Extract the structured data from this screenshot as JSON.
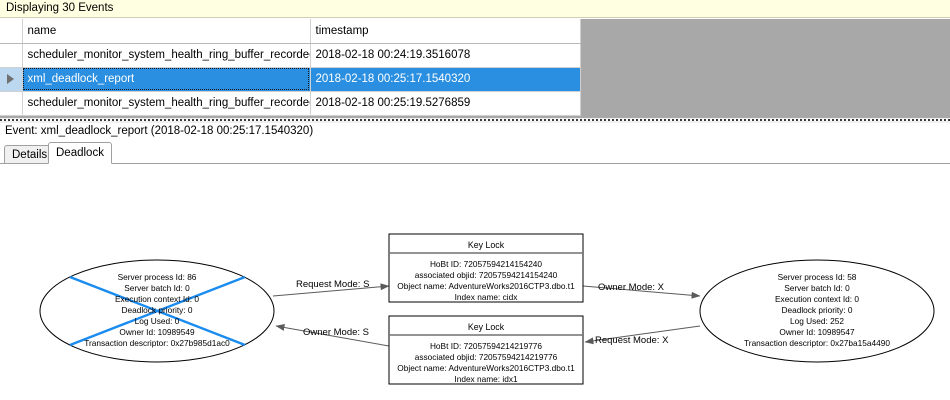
{
  "status_bar": {
    "text": "Displaying 30 Events"
  },
  "grid": {
    "columns": [
      {
        "key": "selector",
        "label": ""
      },
      {
        "key": "name",
        "label": "name"
      },
      {
        "key": "timestamp",
        "label": "timestamp"
      }
    ],
    "rows": [
      {
        "selected": false,
        "name": "scheduler_monitor_system_health_ring_buffer_recorded",
        "timestamp": "2018-02-18 00:24:19.3516078"
      },
      {
        "selected": true,
        "name": "xml_deadlock_report",
        "timestamp": "2018-02-18 00:25:17.1540320"
      },
      {
        "selected": false,
        "name": "scheduler_monitor_system_health_ring_buffer_recorded",
        "timestamp": "2018-02-18 00:25:19.5276859"
      }
    ]
  },
  "event_header": {
    "text": "Event: xml_deadlock_report (2018-02-18 00:25:17.1540320)"
  },
  "tabs": [
    {
      "label": "Details",
      "active": false
    },
    {
      "label": "Deadlock",
      "active": true
    }
  ],
  "deadlock": {
    "process_left": {
      "is_victim": true,
      "lines": [
        "Server process Id: 86",
        "Server batch Id: 0",
        "Execution context Id: 0",
        "Deadlock priority: 0",
        "Log Used: 0",
        "Owner Id: 10989549",
        "Transaction descriptor: 0x27b985d1ac0"
      ]
    },
    "process_right": {
      "is_victim": false,
      "lines": [
        "Server process Id: 58",
        "Server batch Id: 0",
        "Execution context Id: 0",
        "Deadlock priority: 0",
        "Log Used: 252",
        "Owner Id: 10989547",
        "Transaction descriptor: 0x27ba15a4490"
      ]
    },
    "resource_top": {
      "title": "Key Lock",
      "lines": [
        "HoBt ID: 72057594214154240",
        "associated objid: 72057594214154240",
        "Object name: AdventureWorks2016CTP3.dbo.t1",
        "Index name: cidx"
      ]
    },
    "resource_bottom": {
      "title": "Key Lock",
      "lines": [
        "HoBt ID: 72057594214219776",
        "associated objid: 72057594214219776",
        "Object name: AdventureWorks2016CTP3.dbo.t1",
        "Index name: idx1"
      ]
    },
    "edges": [
      {
        "id": "left-to-top",
        "label": "Request Mode: S"
      },
      {
        "id": "top-to-right",
        "label": "Owner Mode: X"
      },
      {
        "id": "bottom-to-left",
        "label": "Owner Mode: S"
      },
      {
        "id": "right-to-bottom",
        "label": "Request Mode: X"
      }
    ]
  },
  "colors": {
    "status_background": "#ffffe1",
    "selection": "#2a8fe0",
    "victim_marker": "#1a8cf0",
    "grid_filler": "#a8a8a8"
  }
}
